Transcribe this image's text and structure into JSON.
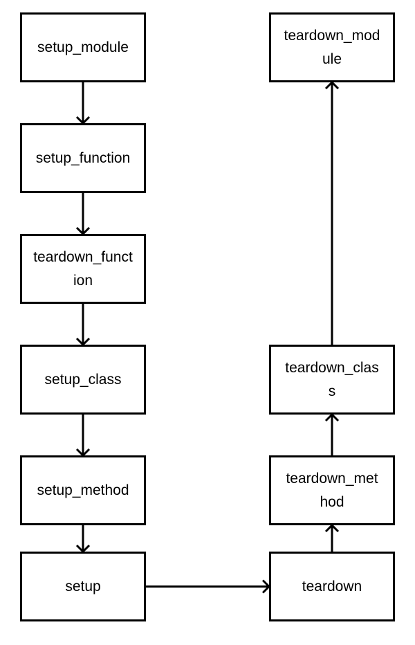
{
  "diagram": {
    "nodes": [
      {
        "id": "setup_module",
        "lines": [
          "setup_module"
        ]
      },
      {
        "id": "setup_function",
        "lines": [
          "setup_function"
        ]
      },
      {
        "id": "teardown_function",
        "lines": [
          "teardown_funct",
          "ion"
        ]
      },
      {
        "id": "setup_class",
        "lines": [
          "setup_class"
        ]
      },
      {
        "id": "setup_method",
        "lines": [
          "setup_method"
        ]
      },
      {
        "id": "setup",
        "lines": [
          "setup"
        ]
      },
      {
        "id": "teardown",
        "lines": [
          "teardown"
        ]
      },
      {
        "id": "teardown_method",
        "lines": [
          "teardown_met",
          "hod"
        ]
      },
      {
        "id": "teardown_class",
        "lines": [
          "teardown_clas",
          "s"
        ]
      },
      {
        "id": "teardown_module",
        "lines": [
          "teardown_mod",
          "ule"
        ]
      }
    ],
    "edges": [
      {
        "from": "setup_module",
        "to": "setup_function"
      },
      {
        "from": "setup_function",
        "to": "teardown_function"
      },
      {
        "from": "teardown_function",
        "to": "setup_class"
      },
      {
        "from": "setup_class",
        "to": "setup_method"
      },
      {
        "from": "setup_method",
        "to": "setup"
      },
      {
        "from": "setup",
        "to": "teardown"
      },
      {
        "from": "teardown",
        "to": "teardown_method"
      },
      {
        "from": "teardown_method",
        "to": "teardown_class"
      },
      {
        "from": "teardown_class",
        "to": "teardown_module"
      }
    ],
    "colors": {
      "stroke": "#000000",
      "fill": "#ffffff",
      "text": "#000000"
    }
  }
}
